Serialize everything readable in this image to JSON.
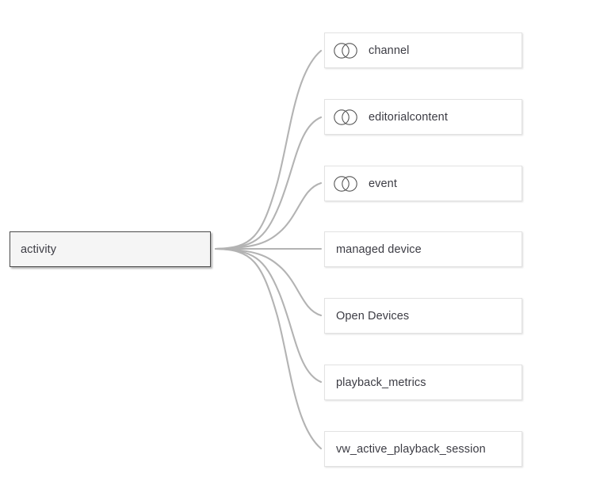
{
  "diagram": {
    "type": "lineage-fan",
    "orientation": "right-to-left",
    "root": {
      "label": "activity",
      "icon": null,
      "fill_color": "#f5f5f5",
      "border_color": "#4a4a4a"
    },
    "edge_color": "#b3b3b3",
    "node_border_color": "#e2e2e2",
    "node_fill_color": "#ffffff",
    "text_color": "#3c3c44",
    "icon_color": "#555555",
    "icon_name": "venn-overlapping-circles-icon",
    "children": [
      {
        "label": "channel",
        "icon": "venn-overlapping-circles-icon"
      },
      {
        "label": "editorialcontent",
        "icon": "venn-overlapping-circles-icon"
      },
      {
        "label": "event",
        "icon": "venn-overlapping-circles-icon"
      },
      {
        "label": "managed device",
        "icon": null
      },
      {
        "label": "Open Devices",
        "icon": null
      },
      {
        "label": "playback_metrics",
        "icon": null
      },
      {
        "label": "vw_active_playback_session",
        "icon": null
      }
    ]
  }
}
